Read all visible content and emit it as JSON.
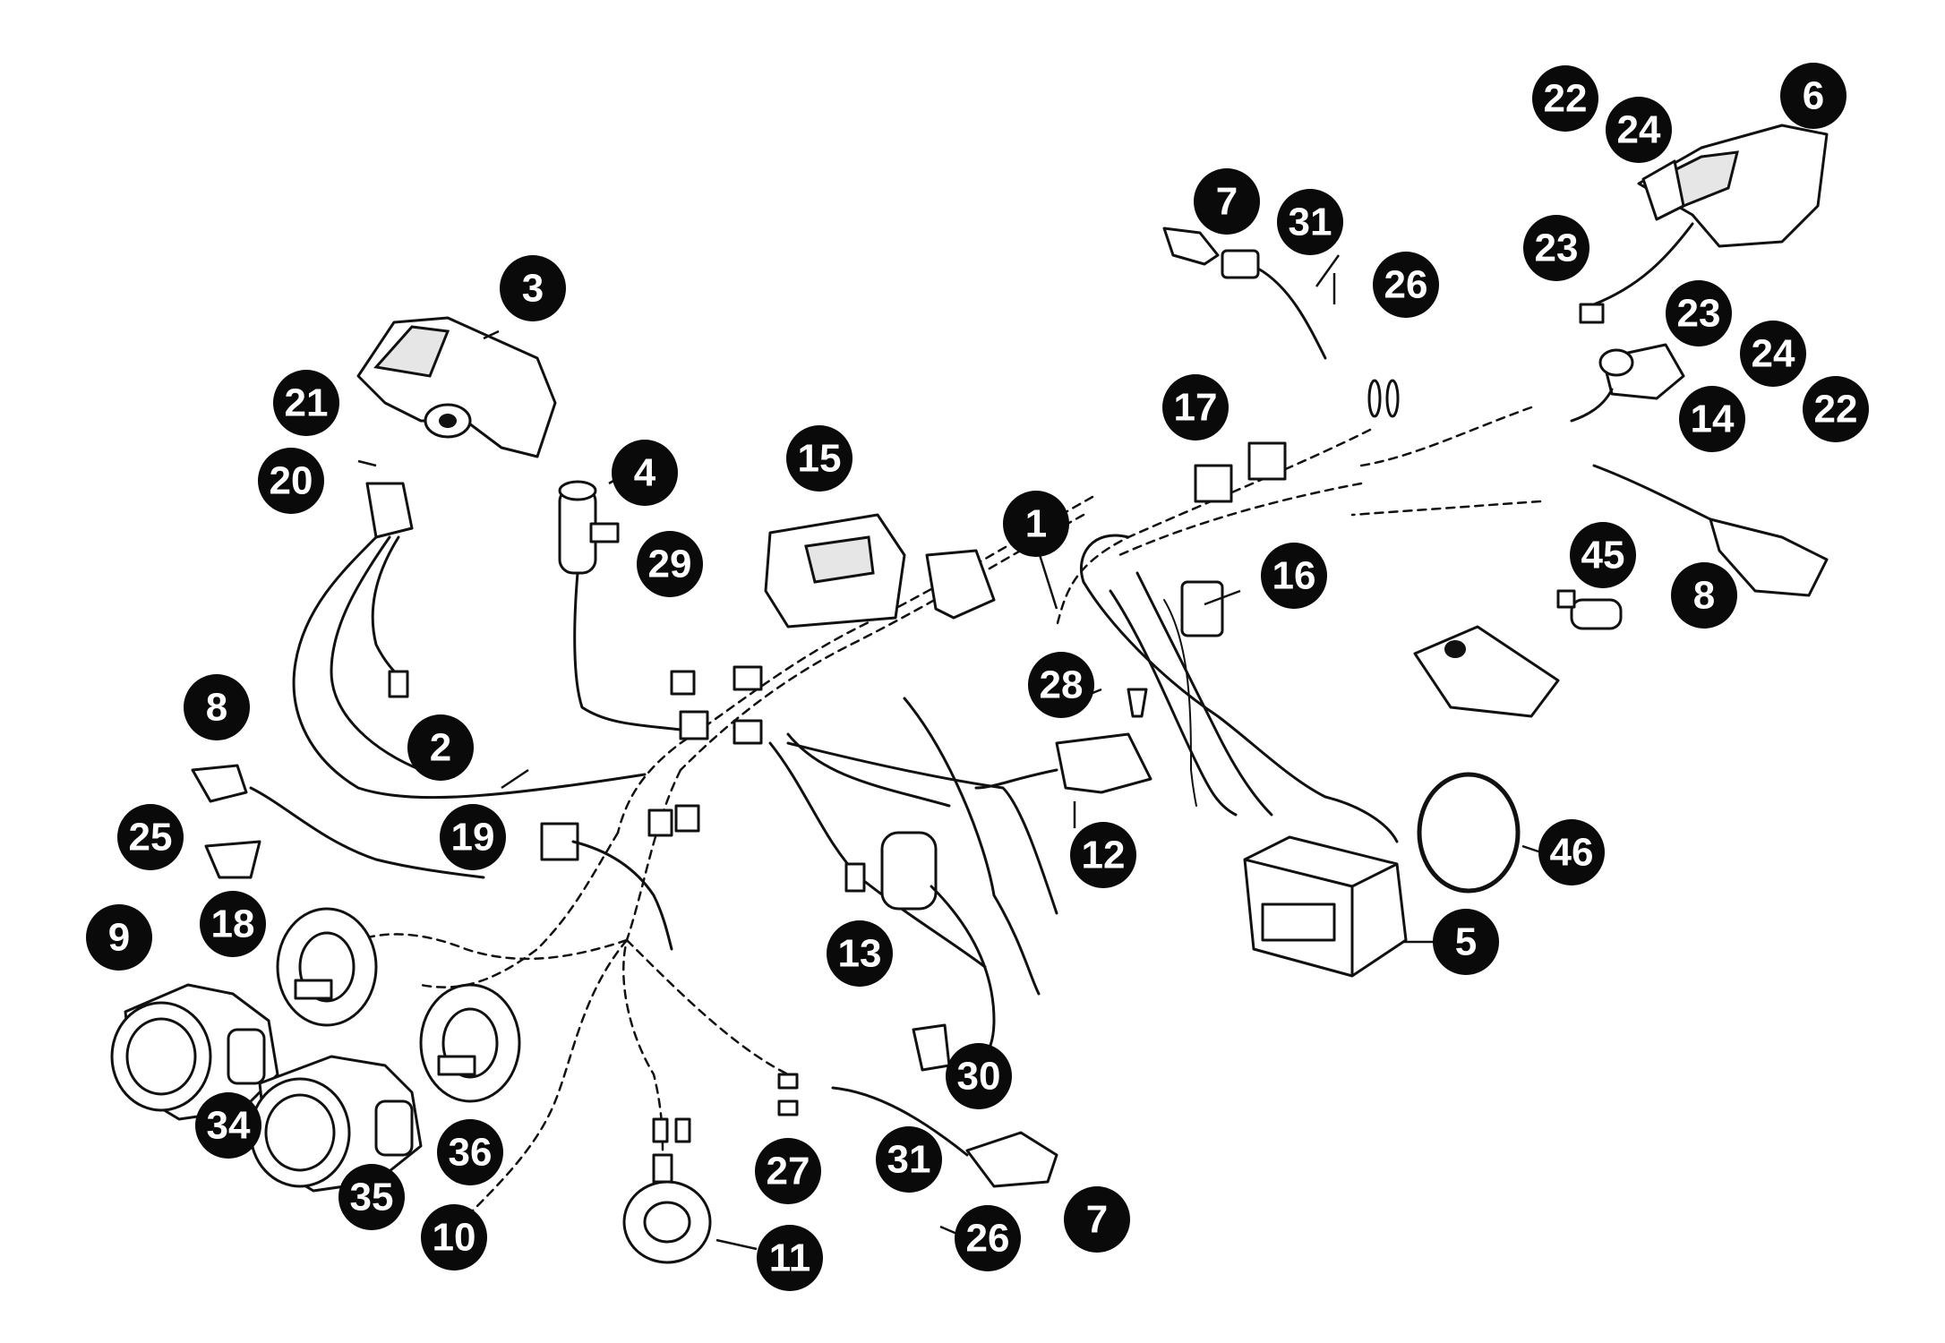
{
  "callouts": [
    {
      "id": "c1",
      "label": "1"
    },
    {
      "id": "c2",
      "label": "2"
    },
    {
      "id": "c3",
      "label": "3"
    },
    {
      "id": "c4",
      "label": "4"
    },
    {
      "id": "c5",
      "label": "5"
    },
    {
      "id": "c6",
      "label": "6"
    },
    {
      "id": "c7a",
      "label": "7"
    },
    {
      "id": "c7b",
      "label": "7"
    },
    {
      "id": "c8a",
      "label": "8"
    },
    {
      "id": "c8b",
      "label": "8"
    },
    {
      "id": "c9",
      "label": "9"
    },
    {
      "id": "c10",
      "label": "10"
    },
    {
      "id": "c11",
      "label": "11"
    },
    {
      "id": "c12",
      "label": "12"
    },
    {
      "id": "c13",
      "label": "13"
    },
    {
      "id": "c14",
      "label": "14"
    },
    {
      "id": "c15",
      "label": "15"
    },
    {
      "id": "c16",
      "label": "16"
    },
    {
      "id": "c17",
      "label": "17"
    },
    {
      "id": "c18",
      "label": "18"
    },
    {
      "id": "c19",
      "label": "19"
    },
    {
      "id": "c20",
      "label": "20"
    },
    {
      "id": "c21",
      "label": "21"
    },
    {
      "id": "c22a",
      "label": "22"
    },
    {
      "id": "c22b",
      "label": "22"
    },
    {
      "id": "c23a",
      "label": "23"
    },
    {
      "id": "c23b",
      "label": "23"
    },
    {
      "id": "c24a",
      "label": "24"
    },
    {
      "id": "c24b",
      "label": "24"
    },
    {
      "id": "c25",
      "label": "25"
    },
    {
      "id": "c26a",
      "label": "26"
    },
    {
      "id": "c26b",
      "label": "26"
    },
    {
      "id": "c27",
      "label": "27"
    },
    {
      "id": "c28",
      "label": "28"
    },
    {
      "id": "c29",
      "label": "29"
    },
    {
      "id": "c30",
      "label": "30"
    },
    {
      "id": "c31a",
      "label": "31"
    },
    {
      "id": "c31b",
      "label": "31"
    },
    {
      "id": "c34",
      "label": "34"
    },
    {
      "id": "c35",
      "label": "35"
    },
    {
      "id": "c36",
      "label": "36"
    },
    {
      "id": "c45",
      "label": "45"
    },
    {
      "id": "c46",
      "label": "46"
    }
  ]
}
